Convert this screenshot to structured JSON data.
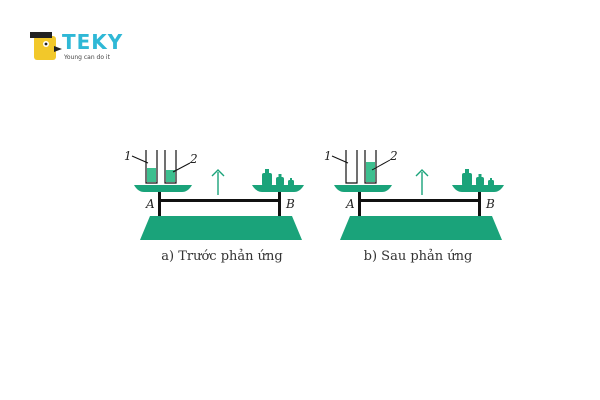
{
  "logo": {
    "brand": "TEKY",
    "tagline": "Young can do it"
  },
  "panels": [
    {
      "caption": "a) Trước phản ứng",
      "label_tube1": "1",
      "label_tube2": "2",
      "label_left": "A",
      "label_right": "B"
    },
    {
      "caption": "b) Sau phản ứng",
      "label_tube1": "1",
      "label_tube2": "2",
      "label_left": "A",
      "label_right": "B"
    }
  ],
  "colors": {
    "base": "#1aa37a",
    "liquid": "#3dbf8f",
    "arrow": "#1aa37a",
    "brand": "#2fb8d6",
    "brand_yellow": "#f2c82a"
  }
}
